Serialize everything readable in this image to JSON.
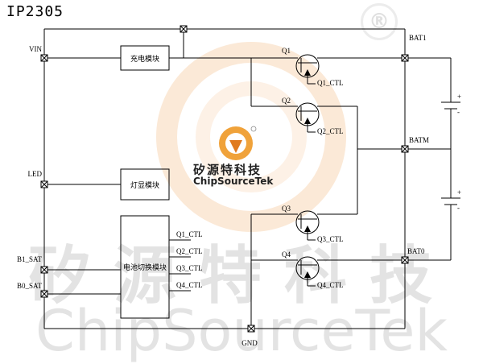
{
  "chip": {
    "title": "IP2305",
    "reg_mark": "®"
  },
  "watermark": {
    "cn": "矽源特科技",
    "en": "ChipSourceTek"
  },
  "logo": {
    "cn": "矽源特科技",
    "en": "ChipSourceTek"
  },
  "pins": {
    "vin": "VIN",
    "led": "LED",
    "b1_sat": "B1_SAT",
    "b0_sat": "B0_SAT",
    "bat1": "BAT1",
    "batm": "BATM",
    "bat0": "BAT0",
    "gnd": "GND"
  },
  "modules": {
    "charge": "充电模块",
    "lamp": "灯显模块",
    "switch": "电池切换模块"
  },
  "switch_outputs": [
    "Q1_CTL",
    "Q2_CTL",
    "Q3_CTL",
    "Q4_CTL"
  ],
  "mosfets": [
    {
      "name": "Q1",
      "ctl": "Q1_CTL"
    },
    {
      "name": "Q2",
      "ctl": "Q2_CTL"
    },
    {
      "name": "Q3",
      "ctl": "Q3_CTL"
    },
    {
      "name": "Q4",
      "ctl": "Q4_CTL"
    }
  ],
  "battery_marks": {
    "plus": "+",
    "minus": "-"
  }
}
